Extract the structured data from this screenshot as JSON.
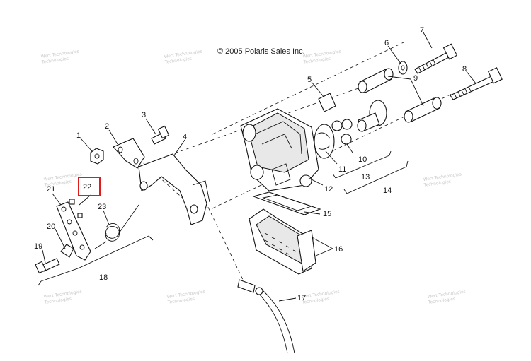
{
  "copyright": "© 2005 Polaris Sales Inc.",
  "watermark_top": "Wert Technologies",
  "watermark_bottom": "Technologies",
  "highlight_color": "#e01b1b",
  "highlighted_part": "22",
  "callouts": [
    "1",
    "2",
    "3",
    "4",
    "5",
    "6",
    "7",
    "8",
    "9",
    "10",
    "11",
    "12",
    "13",
    "14",
    "15",
    "16",
    "17",
    "18",
    "19",
    "20",
    "21",
    "22",
    "23"
  ]
}
